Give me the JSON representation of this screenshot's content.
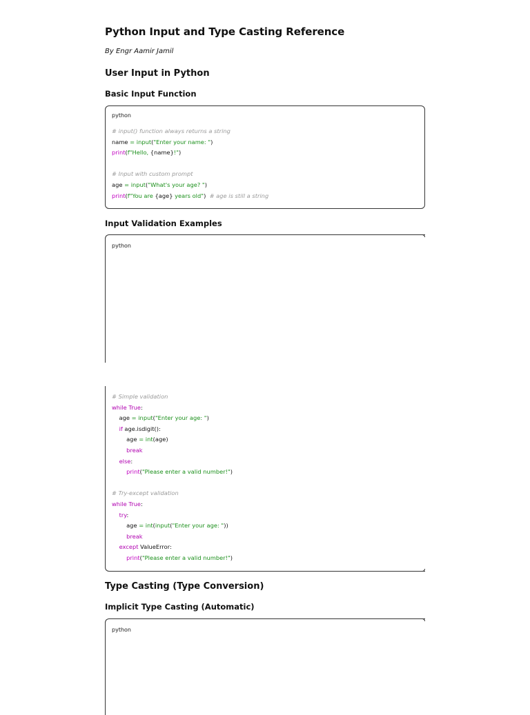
{
  "title": "Python Input and Type Casting Reference",
  "author": "By Engr Aamir Jamil",
  "section_user_input": "User Input in Python",
  "sub_basic_input": "Basic Input Function",
  "sub_validation": "Input Validation Examples",
  "section_type_casting": "Type Casting (Type Conversion)",
  "sub_implicit": "Implicit Type Casting (Automatic)",
  "code_blocks": {
    "basic": {
      "lang": "python",
      "lines": [
        [
          {
            "t": "# input() function always returns a string",
            "c": "c"
          }
        ],
        [
          {
            "t": "name ",
            "c": ""
          },
          {
            "t": "=",
            "c": "o"
          },
          {
            "t": " ",
            "c": ""
          },
          {
            "t": "input",
            "c": "f"
          },
          {
            "t": "(",
            "c": ""
          },
          {
            "t": "\"Enter your name: \"",
            "c": "s"
          },
          {
            "t": ")",
            "c": ""
          }
        ],
        [
          {
            "t": "print",
            "c": "b"
          },
          {
            "t": "(",
            "c": ""
          },
          {
            "t": "f\"Hello, ",
            "c": "s"
          },
          {
            "t": "{name}",
            "c": ""
          },
          {
            "t": "!\"",
            "c": "s"
          },
          {
            "t": ")",
            "c": ""
          }
        ],
        [
          {
            "t": "",
            "c": ""
          }
        ],
        [
          {
            "t": "# Input with custom prompt",
            "c": "c"
          }
        ],
        [
          {
            "t": "age ",
            "c": ""
          },
          {
            "t": "=",
            "c": "o"
          },
          {
            "t": " ",
            "c": ""
          },
          {
            "t": "input",
            "c": "f"
          },
          {
            "t": "(",
            "c": ""
          },
          {
            "t": "\"What's your age? \"",
            "c": "s"
          },
          {
            "t": ")",
            "c": ""
          }
        ],
        [
          {
            "t": "print",
            "c": "b"
          },
          {
            "t": "(",
            "c": ""
          },
          {
            "t": "f\"You are ",
            "c": "s"
          },
          {
            "t": "{age}",
            "c": ""
          },
          {
            "t": " years old\"",
            "c": "s"
          },
          {
            "t": ")  ",
            "c": ""
          },
          {
            "t": "# age is still a string",
            "c": "c"
          }
        ]
      ]
    },
    "validation": {
      "lang": "python",
      "lines": [
        [
          {
            "t": "# Simple validation",
            "c": "c"
          }
        ],
        [
          {
            "t": "while",
            "c": "k"
          },
          {
            "t": " ",
            "c": ""
          },
          {
            "t": "True",
            "c": "k"
          },
          {
            "t": ":",
            "c": ""
          }
        ],
        [
          {
            "t": "    age ",
            "c": ""
          },
          {
            "t": "=",
            "c": "o"
          },
          {
            "t": " ",
            "c": ""
          },
          {
            "t": "input",
            "c": "f"
          },
          {
            "t": "(",
            "c": ""
          },
          {
            "t": "\"Enter your age: \"",
            "c": "s"
          },
          {
            "t": ")",
            "c": ""
          }
        ],
        [
          {
            "t": "    ",
            "c": ""
          },
          {
            "t": "if",
            "c": "k"
          },
          {
            "t": " age.isdigit():",
            "c": ""
          }
        ],
        [
          {
            "t": "        age ",
            "c": ""
          },
          {
            "t": "=",
            "c": "o"
          },
          {
            "t": " ",
            "c": ""
          },
          {
            "t": "int",
            "c": "f"
          },
          {
            "t": "(age)",
            "c": ""
          }
        ],
        [
          {
            "t": "        ",
            "c": ""
          },
          {
            "t": "break",
            "c": "k"
          }
        ],
        [
          {
            "t": "    ",
            "c": ""
          },
          {
            "t": "else",
            "c": "k"
          },
          {
            "t": ":",
            "c": ""
          }
        ],
        [
          {
            "t": "        ",
            "c": ""
          },
          {
            "t": "print",
            "c": "b"
          },
          {
            "t": "(",
            "c": ""
          },
          {
            "t": "\"Please enter a valid number!\"",
            "c": "s"
          },
          {
            "t": ")",
            "c": ""
          }
        ],
        [
          {
            "t": "",
            "c": ""
          }
        ],
        [
          {
            "t": "# Try-except validation",
            "c": "c"
          }
        ],
        [
          {
            "t": "while",
            "c": "k"
          },
          {
            "t": " ",
            "c": ""
          },
          {
            "t": "True",
            "c": "k"
          },
          {
            "t": ":",
            "c": ""
          }
        ],
        [
          {
            "t": "    ",
            "c": ""
          },
          {
            "t": "try",
            "c": "k"
          },
          {
            "t": ":",
            "c": ""
          }
        ],
        [
          {
            "t": "        age ",
            "c": ""
          },
          {
            "t": "=",
            "c": "o"
          },
          {
            "t": " ",
            "c": ""
          },
          {
            "t": "int",
            "c": "f"
          },
          {
            "t": "(",
            "c": ""
          },
          {
            "t": "input",
            "c": "f"
          },
          {
            "t": "(",
            "c": ""
          },
          {
            "t": "\"Enter your age: \"",
            "c": "s"
          },
          {
            "t": "))",
            "c": ""
          }
        ],
        [
          {
            "t": "        ",
            "c": ""
          },
          {
            "t": "break",
            "c": "k"
          }
        ],
        [
          {
            "t": "    ",
            "c": ""
          },
          {
            "t": "except",
            "c": "k"
          },
          {
            "t": " ValueError:",
            "c": ""
          }
        ],
        [
          {
            "t": "        ",
            "c": ""
          },
          {
            "t": "print",
            "c": "b"
          },
          {
            "t": "(",
            "c": ""
          },
          {
            "t": "\"Please enter a valid number!\"",
            "c": "s"
          },
          {
            "t": ")",
            "c": ""
          }
        ]
      ]
    },
    "implicit": {
      "lang": "python",
      "lines": []
    }
  },
  "colors": {
    "comment": "#9a9a9a",
    "keyword": "#b000b0",
    "function": "#1a8f1a",
    "string": "#1a8f1a",
    "builtin": "#c000c0",
    "border": "#333333"
  }
}
